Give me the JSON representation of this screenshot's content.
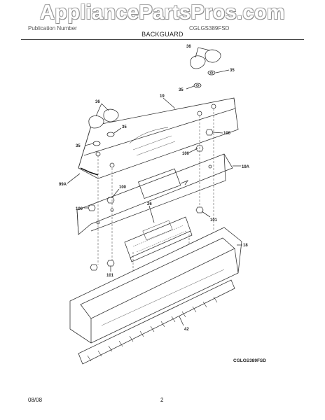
{
  "watermark": "AppliancePartsPros.com",
  "header": {
    "left": "Publication Number",
    "right": "CGLGS389FSD",
    "title": "BACKGUARD"
  },
  "callouts": {
    "c36_top": "36",
    "c35_top_right": "35",
    "c35_top_left": "35",
    "c19": "19",
    "c36_left": "36",
    "c35_left_a": "35",
    "c35_left_b": "35",
    "c100_right": "100",
    "c100_mid": "100",
    "c19A": "19A",
    "c99A": "99A",
    "c100_left_a": "100",
    "c100_left_b": "100",
    "c26": "26",
    "c101_right": "101",
    "c101_left": "101",
    "c18": "18",
    "c42": "42"
  },
  "model_code": "CGLGS389FSD",
  "footer": {
    "date": "08/08",
    "page": "2"
  }
}
